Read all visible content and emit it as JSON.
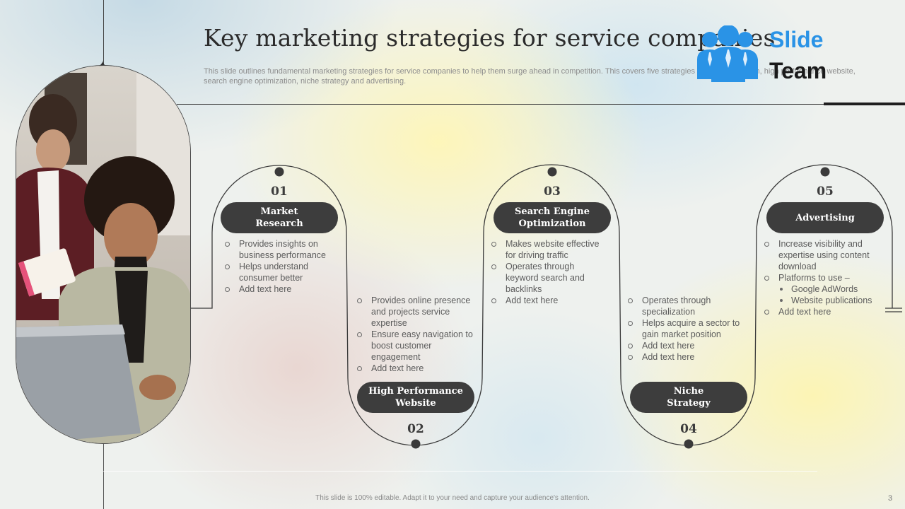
{
  "header": {
    "title": "Key marketing strategies for service companies",
    "subtitle": "This slide outlines fundamental marketing strategies for service companies to help them surge ahead in competition. This covers five strategies – market research, high performance website, search engine optimization, niche strategy and advertising."
  },
  "logo": {
    "line1": "Slide",
    "line2": "Team",
    "icon": "people-group-icon"
  },
  "photo": {
    "icon": "photo-two-women-laptop"
  },
  "steps": [
    {
      "number": "01",
      "line1": "Market",
      "line2": "Research",
      "bullets": [
        "Provides insights on business performance",
        "Helps understand consumer better",
        "Add text here"
      ]
    },
    {
      "number": "02",
      "line1": "High Performance",
      "line2": "Website",
      "bullets": [
        "Provides online presence and projects service expertise",
        "Ensure easy navigation to boost customer engagement",
        "Add text here"
      ]
    },
    {
      "number": "03",
      "line1": "Search Engine",
      "line2": "Optimization",
      "bullets": [
        "Makes website effective for driving traffic",
        "Operates through keyword search and backlinks",
        "Add text here"
      ]
    },
    {
      "number": "04",
      "line1": "Niche",
      "line2": "Strategy",
      "bullets": [
        "Operates through specialization",
        "Helps acquire a sector to gain market position",
        "Add text here",
        "Add text here"
      ]
    },
    {
      "number": "05",
      "line1": "Advertising",
      "line2": "",
      "bullets": [
        "Increase visibility and expertise using content download",
        "Platforms to use –",
        "Google AdWords",
        "Website publications",
        "Add text here"
      ]
    }
  ],
  "footer": {
    "note": "This slide is 100% editable. Adapt it to your need and capture your audience's attention.",
    "page": "3"
  },
  "colors": {
    "pill": "#3d3d3d",
    "logo_blue": "#2a93e6",
    "line": "#3a3a3a"
  }
}
